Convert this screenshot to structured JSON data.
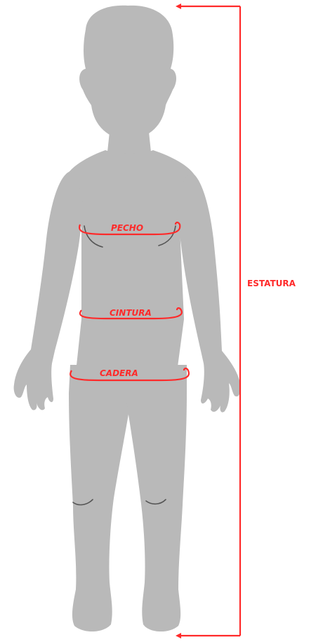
{
  "labels": {
    "chest": "PECHO",
    "waist": "CINTURA",
    "hip": "CADERA",
    "height": "ESTATURA"
  },
  "colors": {
    "silhouette": "#b9b9b9",
    "measure_line": "#ff2a2a",
    "text": "#ff2a2a",
    "detail_stroke": "#555555"
  }
}
